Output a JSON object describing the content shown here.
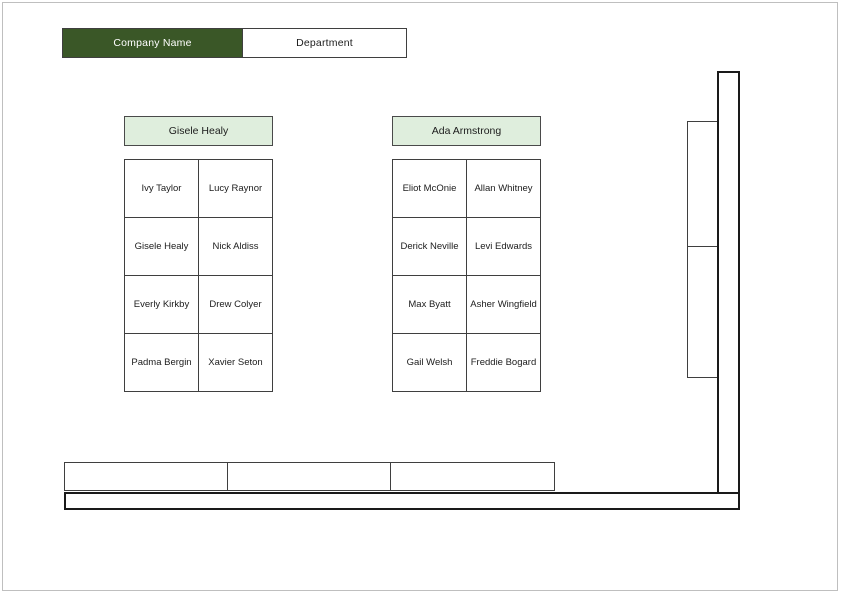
{
  "header": {
    "tabs": [
      {
        "label": "Company Name",
        "active": true
      },
      {
        "label": "Department",
        "active": false
      }
    ],
    "active_tab_color": "#3a5727",
    "inactive_tab_color": "#ffffff"
  },
  "org": {
    "manager_box_color": "#dfeedd",
    "groups": [
      {
        "manager": "Gisele Healy",
        "members": [
          [
            "Ivy Taylor",
            "Lucy Raynor"
          ],
          [
            "Gisele Healy",
            "Nick Aldiss"
          ],
          [
            "Everly Kirkby",
            "Drew Colyer"
          ],
          [
            "Padma Bergin",
            "Xavier Seton"
          ]
        ]
      },
      {
        "manager": "Ada Armstrong",
        "members": [
          [
            "Eliot McOnie",
            "Allan Whitney"
          ],
          [
            "Derick Neville",
            "Levi Edwards"
          ],
          [
            "Max Byatt",
            "Asher Wingfield"
          ],
          [
            "Gail Welsh",
            "Freddie Bogard"
          ]
        ]
      }
    ]
  },
  "bottom": {
    "cells": [
      "",
      "",
      ""
    ],
    "bar_label": ""
  },
  "side": {
    "column_cells": [
      "",
      ""
    ],
    "bar_label": ""
  }
}
